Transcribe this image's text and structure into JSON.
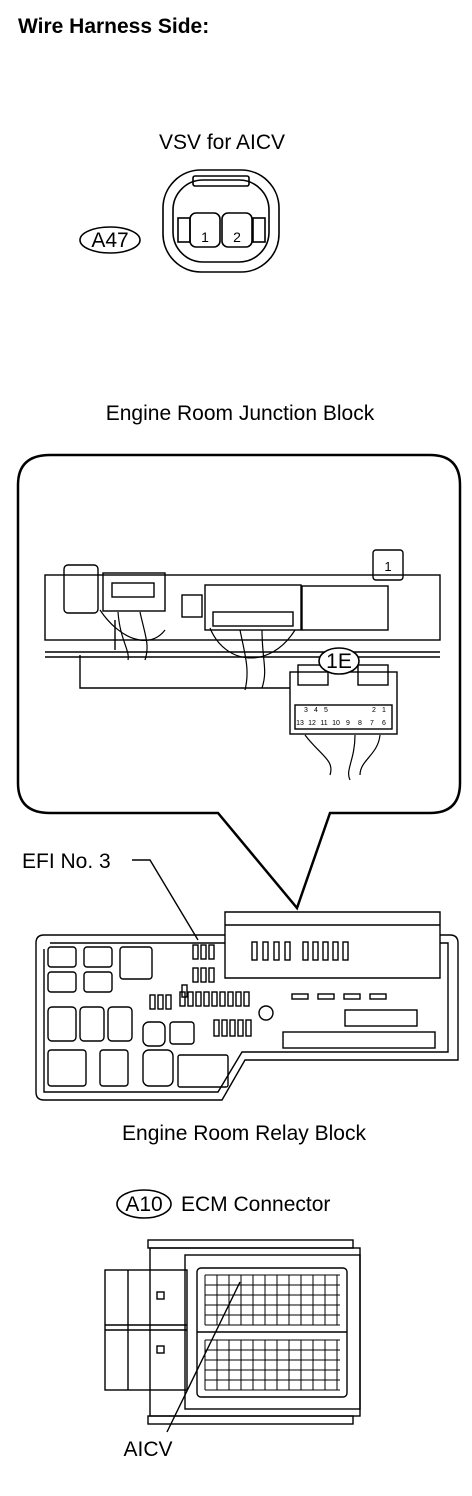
{
  "header": {
    "title": "Wire Harness Side:"
  },
  "vsv": {
    "name": "VSV for AICV",
    "code": "A47",
    "pins": [
      "1",
      "2"
    ]
  },
  "junction": {
    "name": "Engine Room Junction Block",
    "connector": "1E",
    "pin1_label": "1",
    "pins_top": [
      "3",
      "4",
      "5",
      "2",
      "1"
    ],
    "pins_bottom": [
      "13",
      "12",
      "11",
      "10",
      "9",
      "8",
      "7",
      "6"
    ]
  },
  "relay": {
    "name": "Engine Room Relay Block",
    "fuse_label": "EFI No. 3"
  },
  "ecm": {
    "code": "A10",
    "name": "ECM Connector",
    "terminal_label": "AICV"
  }
}
